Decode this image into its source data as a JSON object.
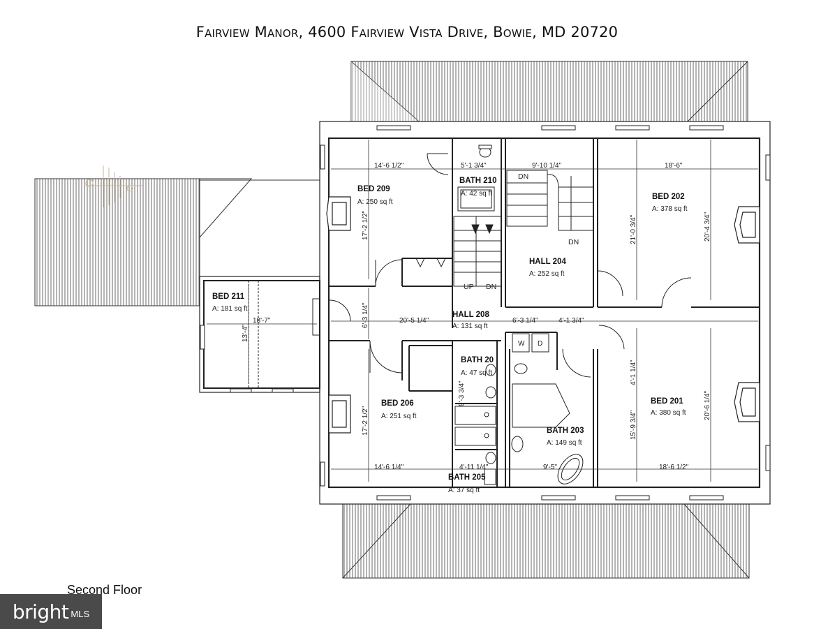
{
  "title": "Fairview Manor, 4600 Fairview Vista Drive, Bowie, MD 20720",
  "caption": "Second Floor",
  "watermark": {
    "brand": "bright",
    "suffix": "MLS"
  },
  "rooms": [
    {
      "name": "BED 209",
      "area": "A: 250 sq ft"
    },
    {
      "name": "BATH 210",
      "area": "A: 42 sq ft"
    },
    {
      "name": "BED 202",
      "area": "A: 378 sq ft"
    },
    {
      "name": "HALL 204",
      "area": "A: 252 sq ft"
    },
    {
      "name": "BED 211",
      "area": "A: 181 sq ft"
    },
    {
      "name": "HALL 208",
      "area": "A: 131 sq ft"
    },
    {
      "name": "BATH 20",
      "area": "A: 47 sq ft"
    },
    {
      "name": "BED 206",
      "area": "A: 251 sq ft"
    },
    {
      "name": "BED 201",
      "area": "A: 380 sq ft"
    },
    {
      "name": "BATH 203",
      "area": "A: 149 sq ft"
    },
    {
      "name": "BATH 205",
      "area": "A: 37 sq ft"
    }
  ],
  "dimensions": [
    "14'-6 1/2\"",
    "5'-1 3/4\"",
    "9'-10 1/4\"",
    "18'-6\"",
    "17'-2 1/2\"",
    "21'-0 3/4\"",
    "20'-4 3/4\"",
    "18'-7\"",
    "13'-4\"",
    "20'-5 1/4\"",
    "6'-3 1/4\"",
    "6'-3 1/4\"",
    "4'-1 3/4\"",
    "9'-3 3/4\"",
    "17'-2 1/2\"",
    "4'-1 1/4\"",
    "15'-9 3/4\"",
    "20'-6 1/4\"",
    "14'-6 1/4\"",
    "4'-11 1/4\"",
    "9'-5\"",
    "18'-6 1/2\""
  ],
  "stair_labels": {
    "dn_top": "DN",
    "dn_bottom": "DN",
    "up": "UP",
    "dn_small": "DN"
  },
  "appliances": {
    "washer": "W",
    "dryer": "D"
  }
}
